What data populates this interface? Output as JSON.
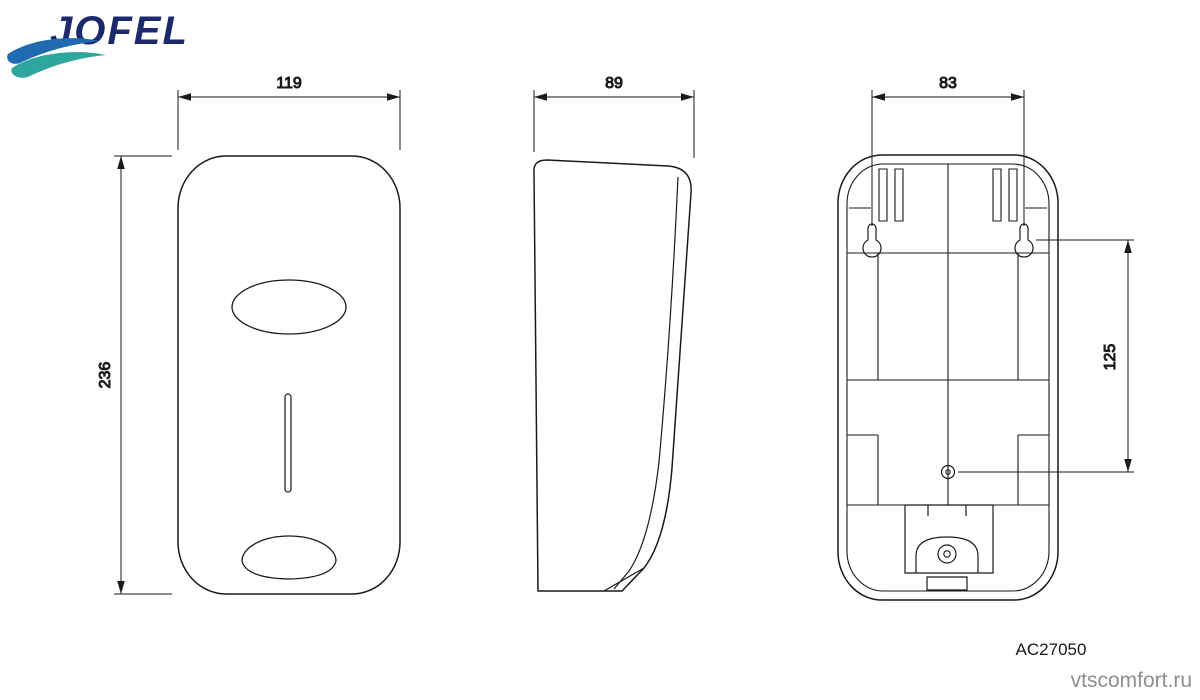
{
  "logo": {
    "brand": "JOFEL"
  },
  "views": {
    "front": {
      "width_mm": "119",
      "height_mm": "236"
    },
    "side": {
      "depth_mm": "89"
    },
    "back": {
      "mount_width_mm": "83",
      "mount_spacing_mm": "125"
    }
  },
  "model": "AC27050",
  "watermark": "vtscomfort.ru",
  "colors": {
    "line": "#1a1a1a",
    "logo_navy": "#1c2a6b",
    "logo_blue": "#1f6ab0",
    "logo_teal": "#2da69d",
    "watermark": "#8f8f8f"
  }
}
